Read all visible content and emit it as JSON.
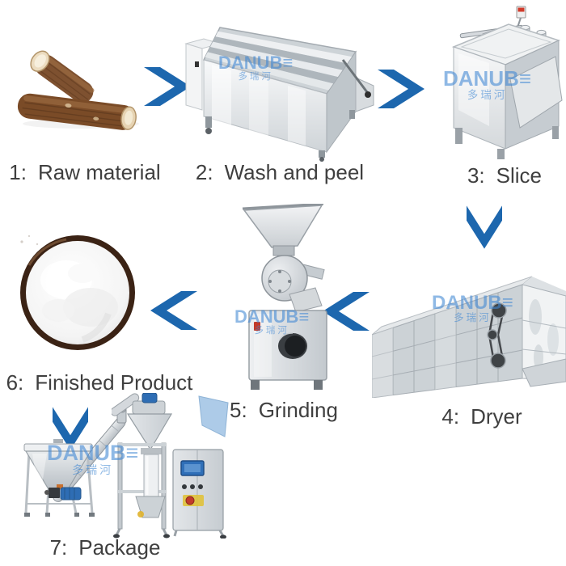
{
  "diagram": {
    "steps": [
      {
        "prefix": "1:",
        "name": "Raw material"
      },
      {
        "prefix": "2:",
        "name": "Wash and peel"
      },
      {
        "prefix": "3:",
        "name": "Slice"
      },
      {
        "prefix": "4:",
        "name": "Dryer"
      },
      {
        "prefix": "5:",
        "name": "Grinding"
      },
      {
        "prefix": "6:",
        "name": "Finished Product"
      },
      {
        "prefix": "7:",
        "name": "Package"
      }
    ],
    "watermark": {
      "brand": "DANUB",
      "brand_mark": "≡",
      "cjk": "多瑞河"
    },
    "colors": {
      "page-bg": "#ffffff",
      "arrow-blue": "#1d67ae",
      "label-text": "#3f3f3f",
      "watermark-blue": "#3f87d4",
      "machine-blue": "#2e6db4"
    }
  }
}
